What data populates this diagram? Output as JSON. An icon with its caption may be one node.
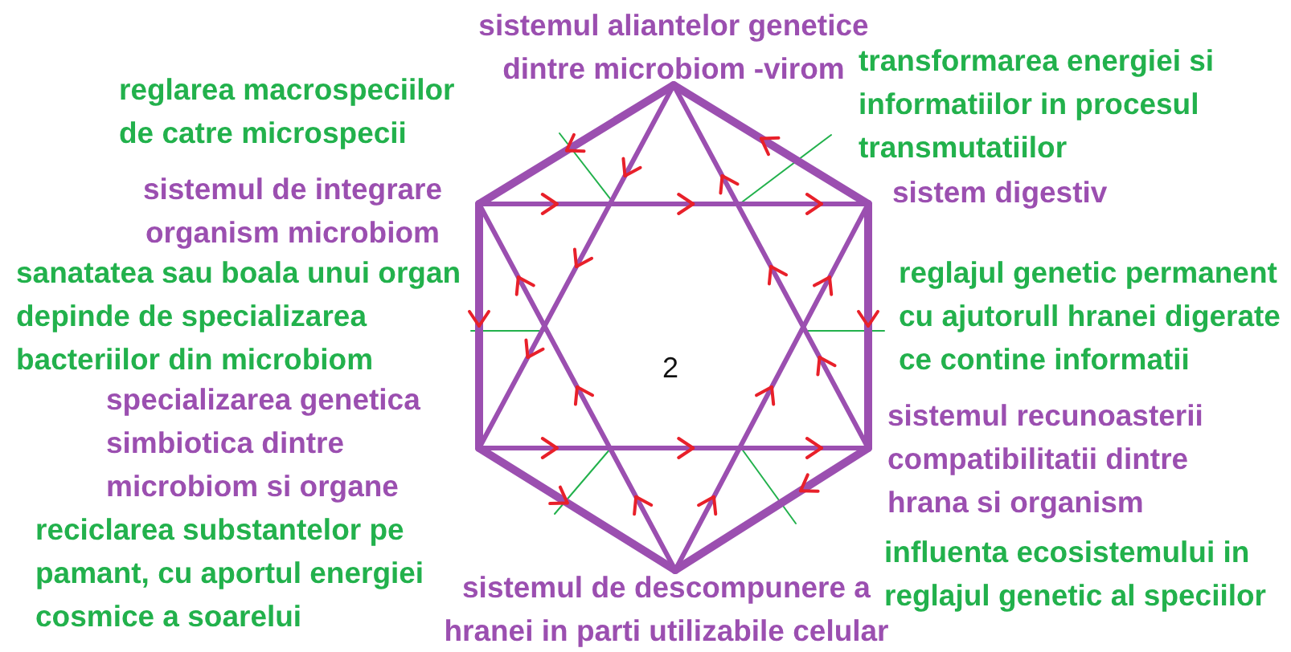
{
  "diagram": {
    "labels": [
      "sistemul aliantelor genetice dintre microbiom -virom",
      "transformarea energiei si informatiilor in procesul transmutatiilor",
      "reglarea macrospeciilor de catre microspecii",
      "sistemul de integrare organism microbiom",
      "sistem digestiv",
      "sanatatea sau boala unui organ depinde de specializarea bacteriilor din microbiom",
      "reglajul genetic permanent cu ajutorull hranei digerate ce contine informatii",
      "2",
      "specializarea genetica simbiotica dintre microbiom si organe",
      "sistemul recunoasterii compatibilitatii dintre hrana si organism",
      "reciclarea substantelor pe pamant, cu aportul energiei cosmice a soarelui",
      "influenta ecosistemului in reglajul genetic al speciilor",
      "sistemul de descompunere a hranei in parti utilizabile celular"
    ]
  }
}
